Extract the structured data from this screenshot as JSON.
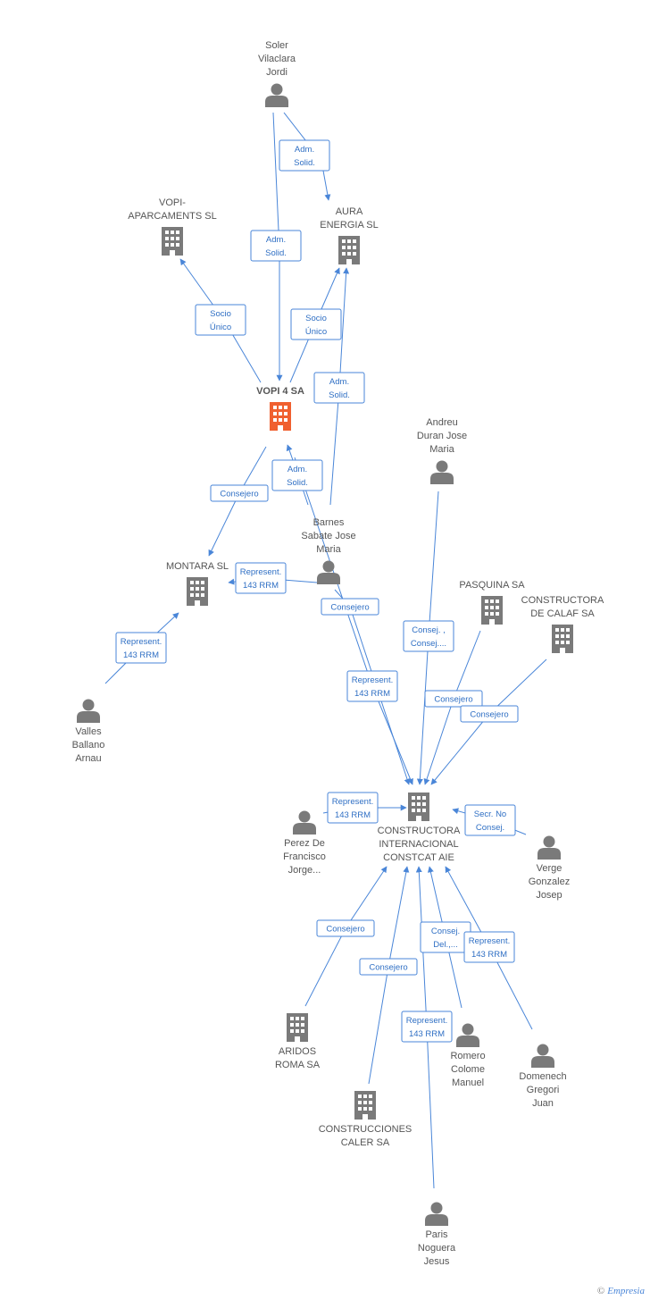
{
  "colors": {
    "edge": "#4a86d8",
    "node": "#7a7a7a",
    "main_node": "#f0602f"
  },
  "nodes": [
    {
      "id": "soler",
      "type": "person",
      "lines": [
        "Soler",
        "Vilaclara",
        "Jordi"
      ]
    },
    {
      "id": "vopi_aparc",
      "type": "company",
      "lines": [
        "VOPI-",
        "APARCAMENTS SL"
      ]
    },
    {
      "id": "aura",
      "type": "company",
      "lines": [
        "AURA",
        "ENERGIA SL"
      ]
    },
    {
      "id": "vopi4",
      "type": "company",
      "main": true,
      "lines": [
        "VOPI 4 SA"
      ]
    },
    {
      "id": "andreu",
      "type": "person",
      "lines": [
        "Andreu",
        "Duran Jose",
        "Maria"
      ]
    },
    {
      "id": "barnes",
      "type": "person",
      "lines": [
        "Barnes",
        "Sabate Jose",
        "Maria"
      ]
    },
    {
      "id": "montara",
      "type": "company",
      "lines": [
        "MONTARA SL"
      ]
    },
    {
      "id": "pasquina",
      "type": "company",
      "lines": [
        "PASQUINA SA"
      ]
    },
    {
      "id": "calaf",
      "type": "company",
      "lines": [
        "CONSTRUCTORA",
        "DE CALAF SA"
      ]
    },
    {
      "id": "valles",
      "type": "person",
      "lines": [
        "Valles",
        "Ballano",
        "Arnau"
      ]
    },
    {
      "id": "cic",
      "type": "company",
      "lines": [
        "CONSTRUCTORA",
        "INTERNACIONAL",
        "CONSTCAT AIE"
      ]
    },
    {
      "id": "perez",
      "type": "person",
      "lines": [
        "Perez De",
        "Francisco",
        "Jorge..."
      ]
    },
    {
      "id": "verge",
      "type": "person",
      "lines": [
        "Verge",
        "Gonzalez",
        "Josep"
      ]
    },
    {
      "id": "aridos",
      "type": "company",
      "lines": [
        "ARIDOS",
        "ROMA SA"
      ]
    },
    {
      "id": "romero",
      "type": "person",
      "lines": [
        "Romero",
        "Colome",
        "Manuel"
      ]
    },
    {
      "id": "domenech",
      "type": "person",
      "lines": [
        "Domenech",
        "Gregori",
        "Juan"
      ]
    },
    {
      "id": "caler",
      "type": "company",
      "lines": [
        "CONSTRUCCIONES",
        "CALER SA"
      ]
    },
    {
      "id": "paris",
      "type": "person",
      "lines": [
        "Paris",
        "Noguera",
        "Jesus"
      ]
    }
  ],
  "edges": [
    {
      "lines": [
        "Adm.",
        "Solid."
      ]
    },
    {
      "lines": [
        "Adm.",
        "Solid."
      ]
    },
    {
      "lines": [
        "Socio",
        "Único"
      ]
    },
    {
      "lines": [
        "Socio",
        "Único"
      ]
    },
    {
      "lines": [
        "Adm.",
        "Solid."
      ]
    },
    {
      "lines": [
        "Adm.",
        "Solid."
      ]
    },
    {
      "lines": [
        "Consejero"
      ]
    },
    {
      "lines": [
        "Represent.",
        "143 RRM"
      ]
    },
    {
      "lines": [
        "Represent.",
        "143 RRM"
      ]
    },
    {
      "lines": [
        "Consejero"
      ]
    },
    {
      "lines": [
        "Represent.",
        "143 RRM"
      ]
    },
    {
      "lines": [
        "Consej. ,",
        "Consej...."
      ]
    },
    {
      "lines": [
        "Consejero"
      ]
    },
    {
      "lines": [
        "Consejero"
      ]
    },
    {
      "lines": [
        "Represent.",
        "143 RRM"
      ]
    },
    {
      "lines": [
        "Secr.  No",
        "Consej."
      ]
    },
    {
      "lines": [
        "Consejero"
      ]
    },
    {
      "lines": [
        "Consejero"
      ]
    },
    {
      "lines": [
        "Consej.",
        "Del.,..."
      ]
    },
    {
      "lines": [
        "Represent.",
        "143 RRM"
      ]
    },
    {
      "lines": [
        "Represent.",
        "143 RRM"
      ]
    }
  ],
  "brand": {
    "copyright": "©",
    "name": "Empresia"
  }
}
